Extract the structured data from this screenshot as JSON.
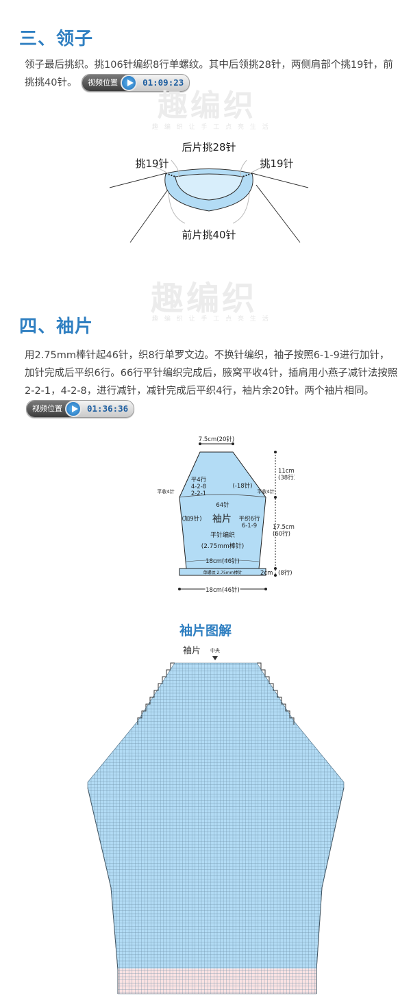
{
  "section3": {
    "heading": "三、领子",
    "paragraph": "领子最后挑织。挑106针编织8行单螺纹。其中后领挑28针，两侧肩部个挑19针，前挑挑40针。",
    "video_label": "视频位置",
    "video_time": "01:09:23"
  },
  "collar_diagram": {
    "back_label": "后片挑28针",
    "left_label": "挑19针",
    "right_label": "挑19针",
    "front_label": "前片挑40针"
  },
  "section4": {
    "heading": "四、袖片",
    "paragraph": "用2.75mm棒针起46针，织8行单罗文边。不换针编织，袖子按照6-1-9进行加针，加针完成后平织6行。66行平针编织完成后，腋窝平收4针，插肩用小燕子减针法按照2-2-1，4-2-8，进行减针，减针完成后平织4行，袖片余20针。两个袖片相同。",
    "video_label": "视频位置",
    "video_time": "01:36:36"
  },
  "sleeve_schematic": {
    "top_width": "7.5cm(20针)",
    "raglan_left_1": "平4行",
    "raglan_left_2": "4-2-8",
    "raglan_left_3": "2-2-1",
    "raglan_right": "(-18针)",
    "bind_left": "平收4针",
    "bind_right": "平收4针",
    "mid_count": "64针",
    "inc_label": "(加9针)",
    "piece_name": "袖片",
    "flat_label_1": "平织6行",
    "flat_label_2": "6-1-9",
    "stitch_type": "平针编织",
    "needle": "(2.75mm棒针)",
    "cuff_width": "18cm(46针)",
    "rib_label": "单螺纹 2.75mm棒针",
    "bottom_width": "18cm(46针)",
    "h_cap_1": "11cm",
    "h_cap_2": "(38行)",
    "h_body_1": "17.5cm",
    "h_body_2": "(60行)",
    "h_rib_1": "2cm",
    "h_rib_2": "(8行)"
  },
  "chart": {
    "title": "袖片图解",
    "piece_label": "袖片",
    "center_label": "中央"
  },
  "watermark": {
    "logo": "趣编织",
    "tagline": "趣 编 织   让 手 工 点 亮 生 活"
  },
  "colors": {
    "accent": "#2f7fc1",
    "fabric": "#b3dcf5",
    "rib": "#fbe3e3"
  }
}
